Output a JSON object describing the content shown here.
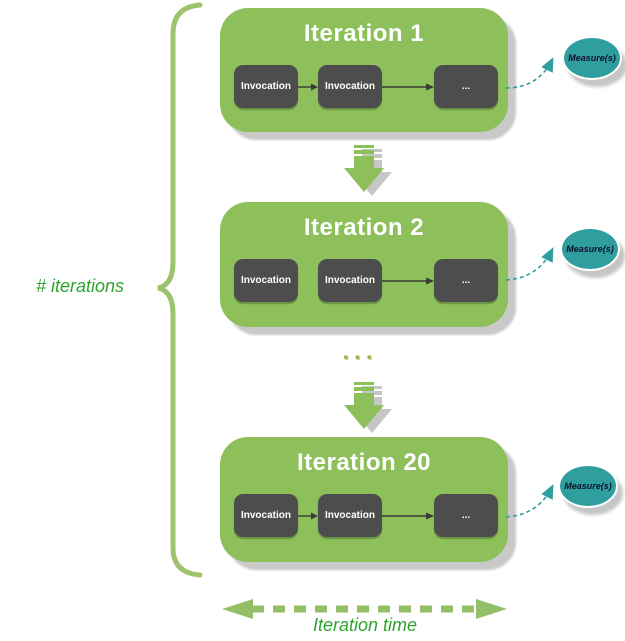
{
  "diagram": {
    "left_label": "# iterations",
    "bottom_label": "Iteration time",
    "between_iterations_dots": "...",
    "iterations": [
      {
        "title": "Iteration 1",
        "steps": [
          "Invocation",
          "Invocation",
          "..."
        ],
        "measure": "Measure(s)"
      },
      {
        "title": "Iteration 2",
        "steps": [
          "Invocation",
          "Invocation",
          "..."
        ],
        "measure": "Measure(s)"
      },
      {
        "title": "Iteration 20",
        "steps": [
          "Invocation",
          "Invocation",
          "..."
        ],
        "measure": "Measure(s)"
      }
    ],
    "colors": {
      "panel_green": "#8dc05a",
      "step_box_gray": "#4d4d4d",
      "measure_teal": "#2e9e9e",
      "label_green": "#2ea42c",
      "brace_green": "#9dc36d",
      "shadow_gray": "#c9c9c9",
      "connector_teal": "#2e9e9e"
    }
  }
}
